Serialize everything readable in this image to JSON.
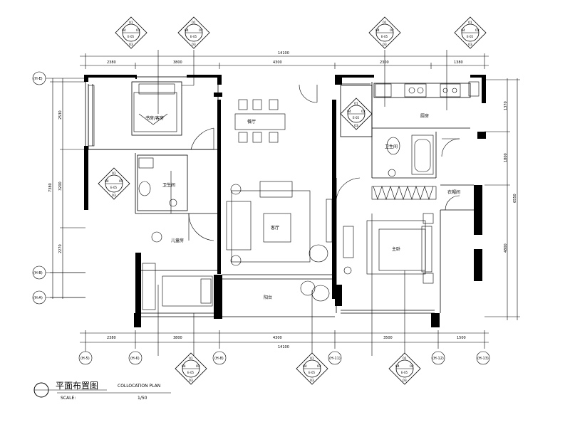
{
  "drawing": {
    "title": "平面布置图",
    "subtitle": "COLLOCATION PLAN",
    "scale_label": "SCALE:",
    "scale_value": "1/50"
  },
  "dimensions": {
    "top_segments": [
      "2380",
      "3800",
      "4300",
      "2300",
      "1380"
    ],
    "top_total": "14100",
    "bottom_segments": [
      "2380",
      "3800",
      "4300",
      "3500",
      "1500"
    ],
    "bottom_total": "14100",
    "left_segments": [
      "2530",
      "3200",
      "2270"
    ],
    "left_total": "7380",
    "right_segments": [
      "1370",
      "1800",
      "4800"
    ],
    "right_total": "6550"
  },
  "grid_axes": {
    "left": [
      "(H-E)",
      "(H-B)",
      "(H-A)"
    ],
    "bottom": [
      "(H-5)",
      "(H-6)",
      "(H-8)",
      "(H-11)",
      "(H-12)",
      "(H-13)"
    ]
  },
  "rooms": {
    "study": "书房/客房",
    "dining": "餐厅",
    "bath1": "卫生间",
    "living": "客厅",
    "kitchen": "厨房",
    "bath2": "卫生间",
    "master": "主卧",
    "cloak": "衣帽间",
    "child": "儿童房",
    "balcony": "阳台"
  },
  "index_symbol": {
    "codes": [
      "01",
      "02",
      "03",
      "04"
    ],
    "sheet": "E-05"
  }
}
